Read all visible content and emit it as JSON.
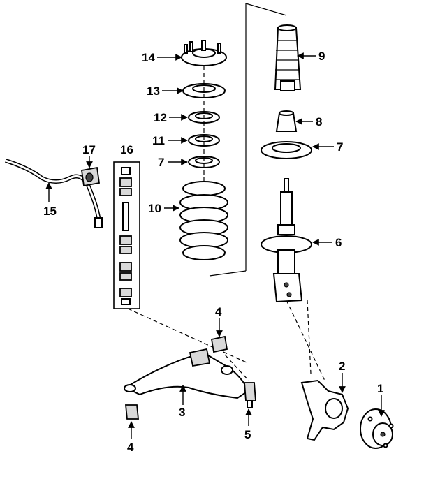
{
  "diagram": {
    "callouts": [
      {
        "id": "c1",
        "text": "1"
      },
      {
        "id": "c2",
        "text": "2"
      },
      {
        "id": "c3",
        "text": "3"
      },
      {
        "id": "c4a",
        "text": "4"
      },
      {
        "id": "c4b",
        "text": "4"
      },
      {
        "id": "c5",
        "text": "5"
      },
      {
        "id": "c6",
        "text": "6"
      },
      {
        "id": "c7a",
        "text": "7"
      },
      {
        "id": "c7b",
        "text": "7"
      },
      {
        "id": "c8",
        "text": "8"
      },
      {
        "id": "c9",
        "text": "9"
      },
      {
        "id": "c10",
        "text": "10"
      },
      {
        "id": "c11",
        "text": "11"
      },
      {
        "id": "c12",
        "text": "12"
      },
      {
        "id": "c13",
        "text": "13"
      },
      {
        "id": "c14",
        "text": "14"
      },
      {
        "id": "c15",
        "text": "15"
      },
      {
        "id": "c16",
        "text": "16"
      },
      {
        "id": "c17",
        "text": "17"
      }
    ]
  }
}
